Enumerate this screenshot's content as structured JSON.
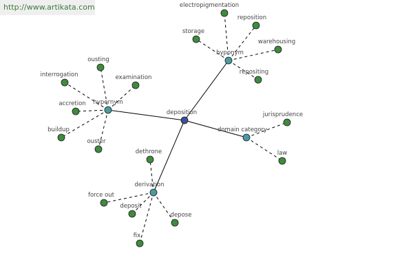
{
  "url": "http://www.artikata.com",
  "colors": {
    "center": "#3f4f9a",
    "relation": "#4b9aa0",
    "leaf": "#3f8a3f"
  },
  "graph": {
    "center": "deposition",
    "relations": [
      {
        "label": "hyponym",
        "leaves": [
          "electropigmentation",
          "reposition",
          "storage",
          "warehousing",
          "repositing"
        ]
      },
      {
        "label": "hypernym",
        "leaves": [
          "ousting",
          "interrogation",
          "examination",
          "accretion",
          "buildup",
          "ouster"
        ]
      },
      {
        "label": "domain category",
        "leaves": [
          "jurisprudence",
          "law"
        ]
      },
      {
        "label": "derivation",
        "leaves": [
          "dethrone",
          "force out",
          "deposit",
          "depose",
          "fix"
        ]
      }
    ]
  }
}
